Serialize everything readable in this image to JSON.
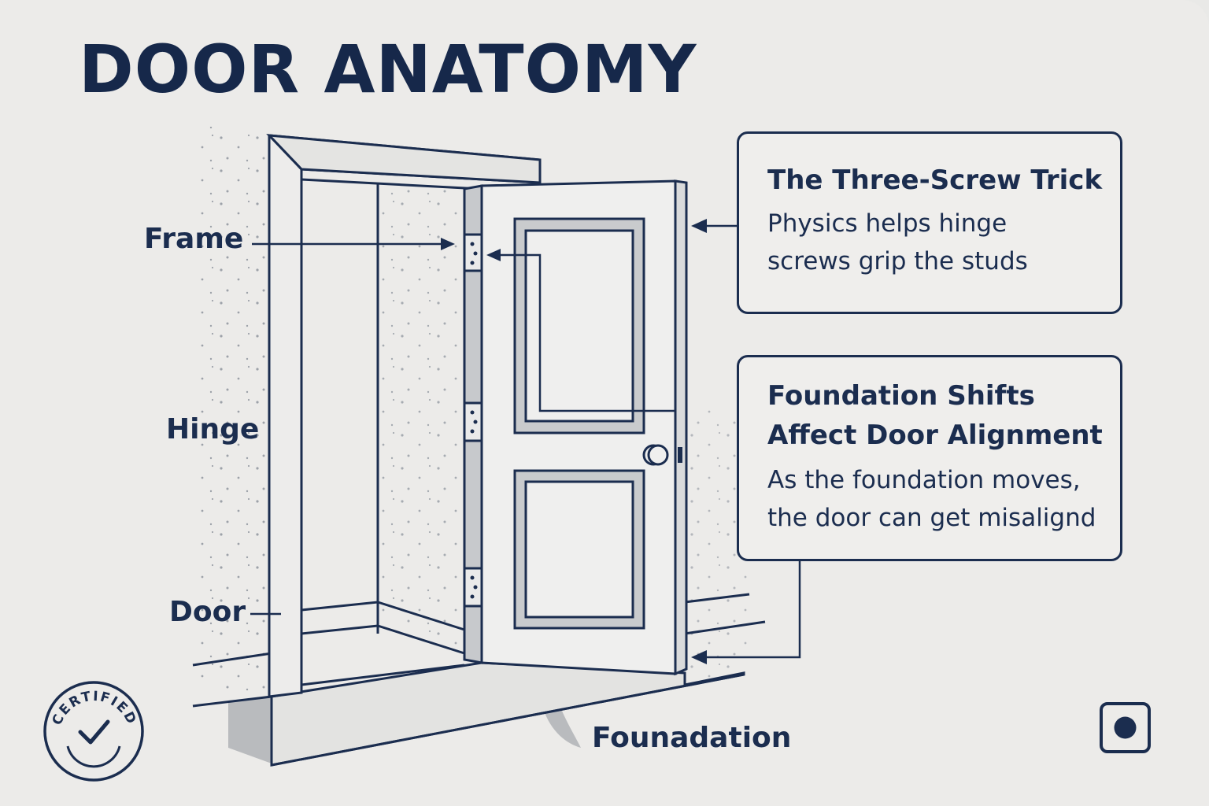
{
  "title": "DOOR ANATOMY",
  "labels": {
    "frame": "Frame",
    "hinge": "Hinge",
    "door": "Door",
    "foundation": "Founadation"
  },
  "callouts": [
    {
      "heading": [
        "The Three-Screw Trick"
      ],
      "body": [
        "Physics helps hinge",
        "screws grip the studs"
      ]
    },
    {
      "heading": [
        "Foundation Shifts",
        "Affect Door Alignment"
      ],
      "body": [
        "As the foundation moves,",
        "the door can get misalignd"
      ]
    }
  ],
  "badge": {
    "text": "CERTIFIED",
    "icon": "checkmark-icon"
  },
  "corner_icon": "record-dot-icon",
  "colors": {
    "ink": "#1b2d4f",
    "title": "#16284a",
    "background": "#ecebe9",
    "shadow": "#b9bbbe"
  }
}
